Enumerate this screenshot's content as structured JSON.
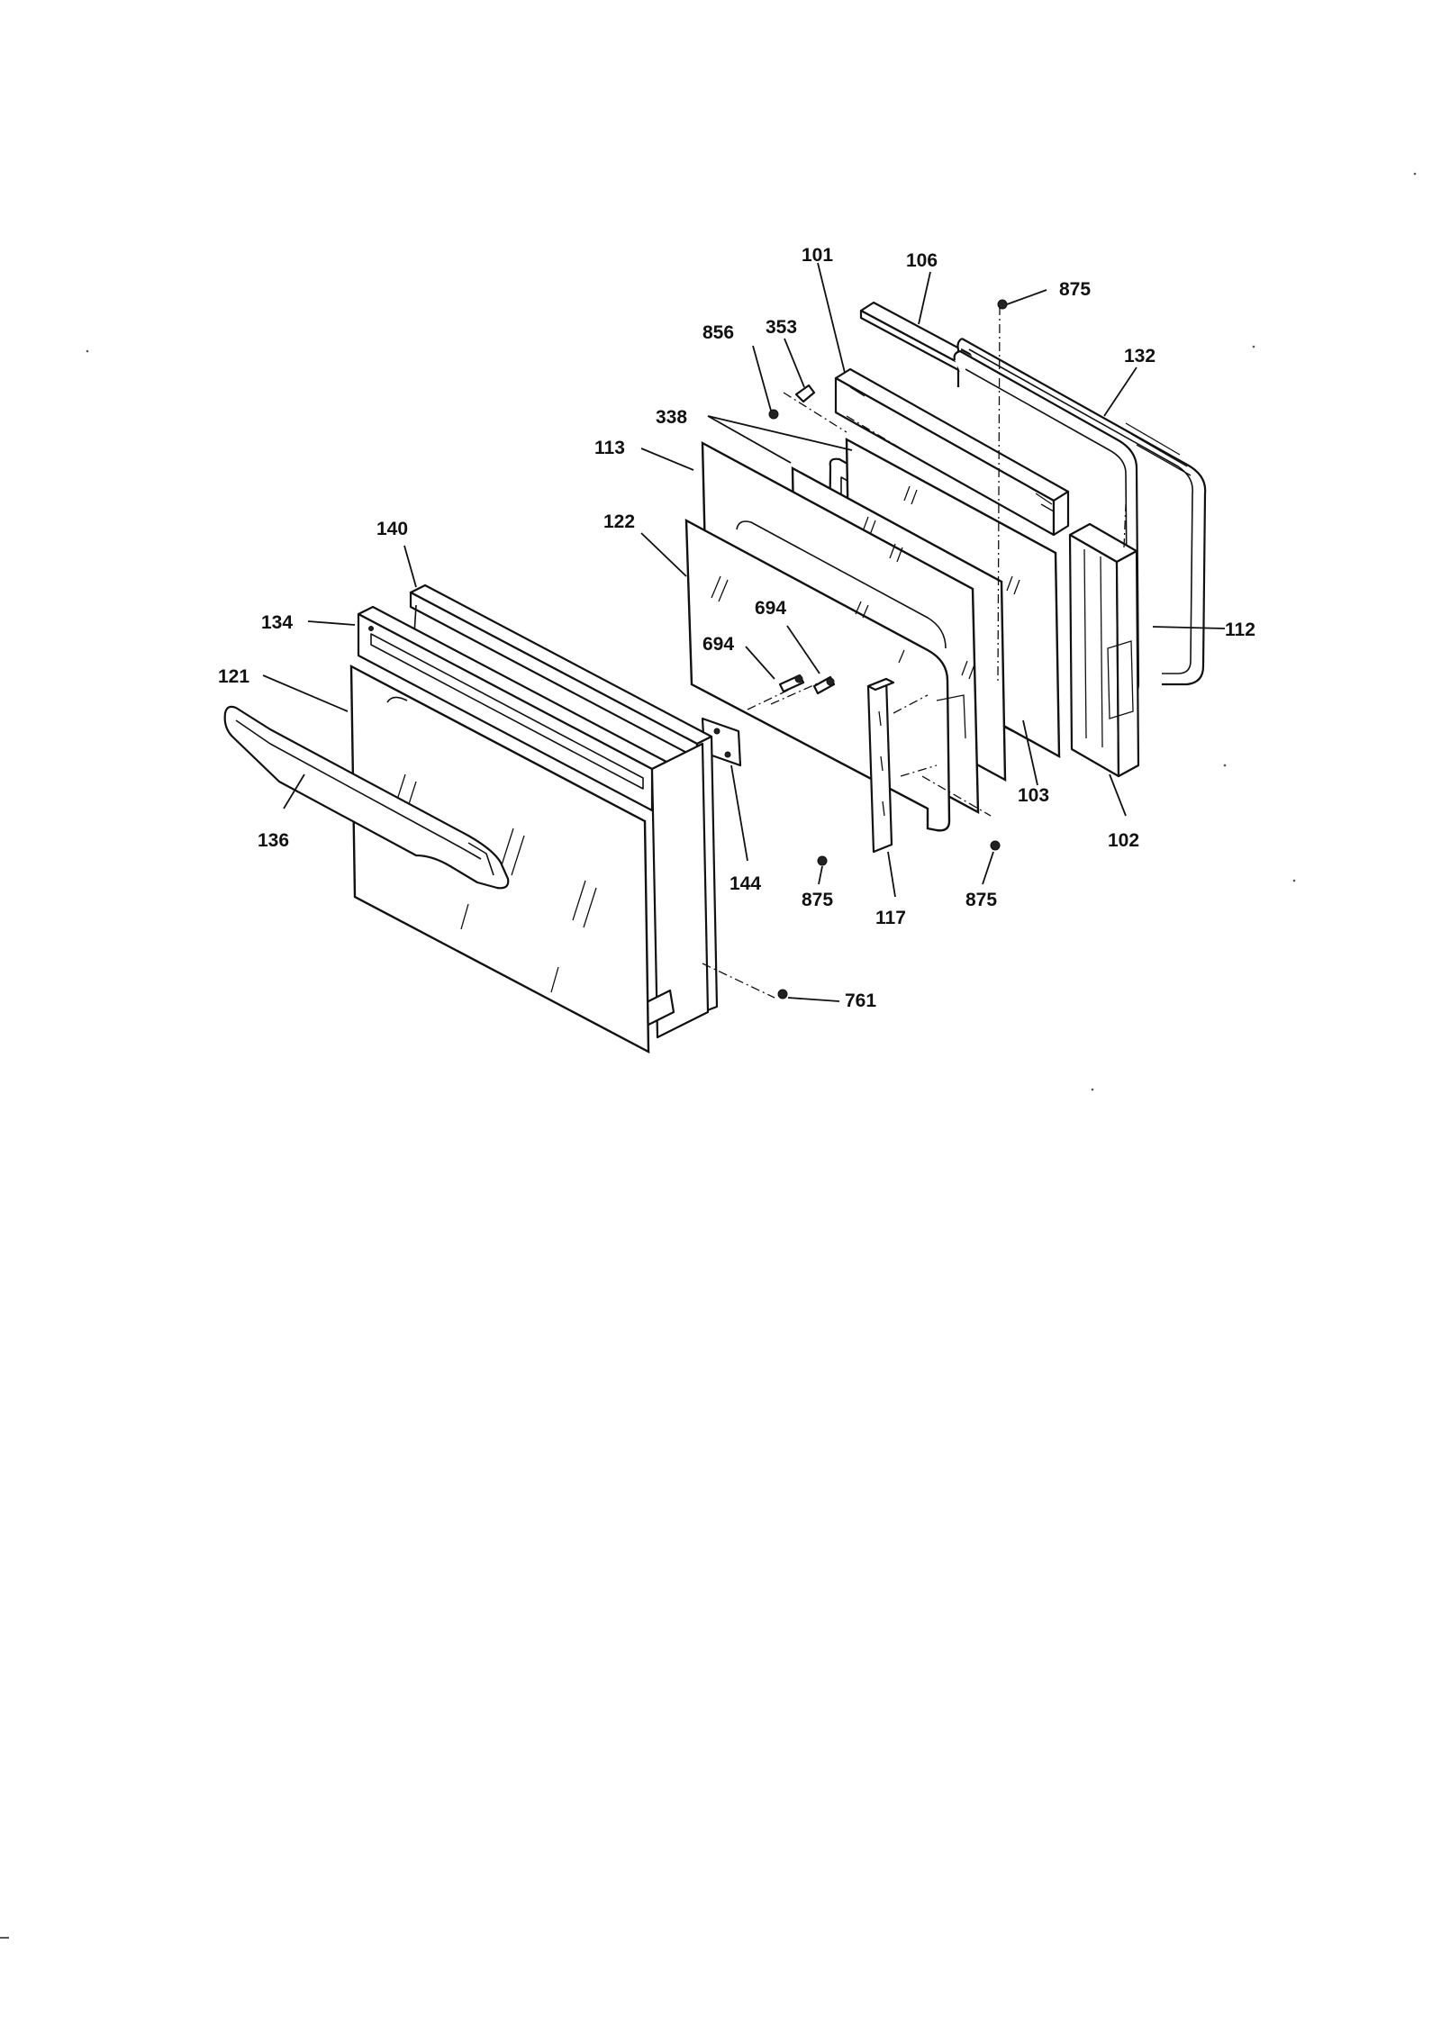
{
  "callouts": [
    {
      "id": "c101",
      "text": "101"
    },
    {
      "id": "c106",
      "text": "106"
    },
    {
      "id": "c875a",
      "text": "875"
    },
    {
      "id": "c132",
      "text": "132"
    },
    {
      "id": "c856",
      "text": "856"
    },
    {
      "id": "c353",
      "text": "353"
    },
    {
      "id": "c338",
      "text": "338"
    },
    {
      "id": "c113",
      "text": "113"
    },
    {
      "id": "c122",
      "text": "122"
    },
    {
      "id": "c140",
      "text": "140"
    },
    {
      "id": "c134",
      "text": "134"
    },
    {
      "id": "c121",
      "text": "121"
    },
    {
      "id": "c694a",
      "text": "694"
    },
    {
      "id": "c694b",
      "text": "694"
    },
    {
      "id": "c112",
      "text": "112"
    },
    {
      "id": "c136",
      "text": "136"
    },
    {
      "id": "c144",
      "text": "144"
    },
    {
      "id": "c103",
      "text": "103"
    },
    {
      "id": "c102",
      "text": "102"
    },
    {
      "id": "c875b",
      "text": "875"
    },
    {
      "id": "c117",
      "text": "117"
    },
    {
      "id": "c875c",
      "text": "875"
    },
    {
      "id": "c761",
      "text": "761"
    }
  ]
}
